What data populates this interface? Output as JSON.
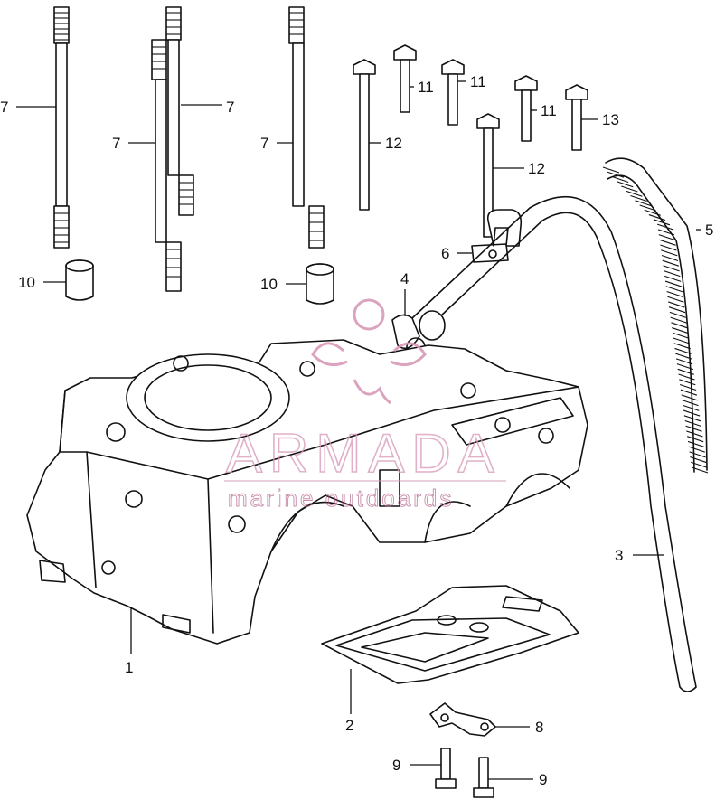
{
  "callouts": {
    "c1": "1",
    "c2": "2",
    "c3": "3",
    "c4": "4",
    "c5": "5",
    "c6": "6",
    "c7": "7",
    "c8": "8",
    "c9": "9",
    "c10": "10",
    "c11": "11",
    "c12": "12",
    "c13": "13"
  },
  "watermark": {
    "title": "ARMADA",
    "subtitle": "marine outdoards",
    "color": "#d89ab8"
  }
}
